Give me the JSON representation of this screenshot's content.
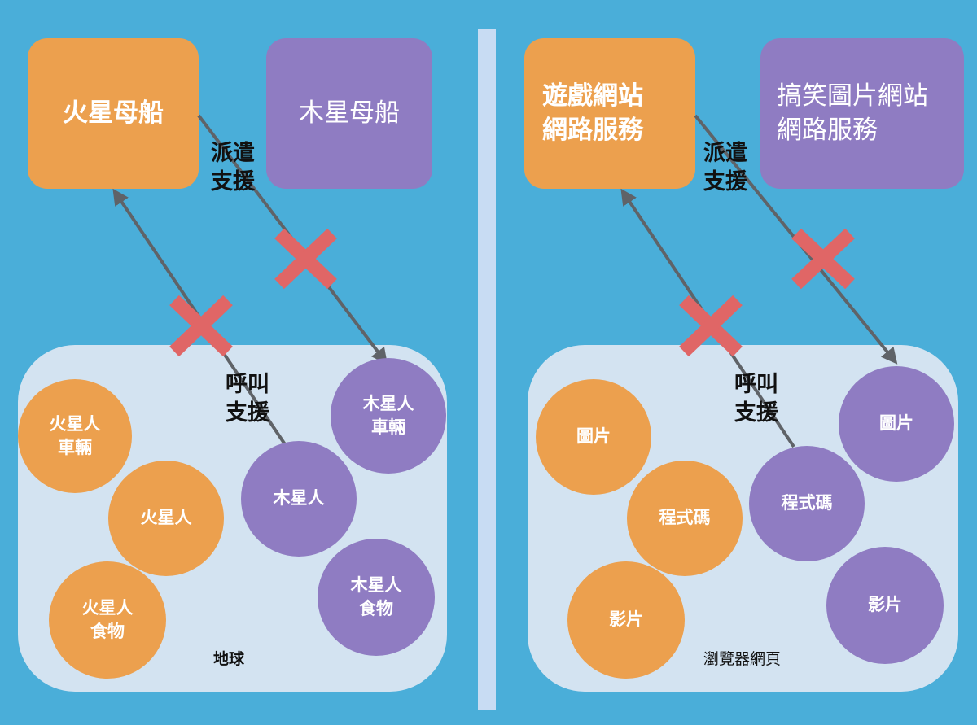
{
  "colors": {
    "background": "#4aaed9",
    "orange": "#eca04e",
    "purple": "#8f7cc2",
    "zone": "#d3e3f1",
    "arrow": "#5f6368",
    "cross": "#e06666"
  },
  "left": {
    "mars_ship": "火星母船",
    "jupiter_ship": "木星母船",
    "dispatch_label": "派遣\n支援",
    "call_label": "呼叫\n支援",
    "zone_label": "地球",
    "mars_vehicle": "火星人\n車輛",
    "mars_person": "火星人",
    "mars_food": "火星人\n食物",
    "jupiter_vehicle": "木星人\n車輛",
    "jupiter_person": "木星人",
    "jupiter_food": "木星人\n食物"
  },
  "right": {
    "game_service": "遊戲網站\n網路服務",
    "meme_service": "搞笑圖片網站\n網路服務",
    "dispatch_label": "派遣\n支援",
    "call_label": "呼叫\n支援",
    "zone_label": "瀏覽器網頁",
    "orange_image": "圖片",
    "orange_code": "程式碼",
    "orange_video": "影片",
    "purple_image": "圖片",
    "purple_code": "程式碼",
    "purple_video": "影片"
  }
}
